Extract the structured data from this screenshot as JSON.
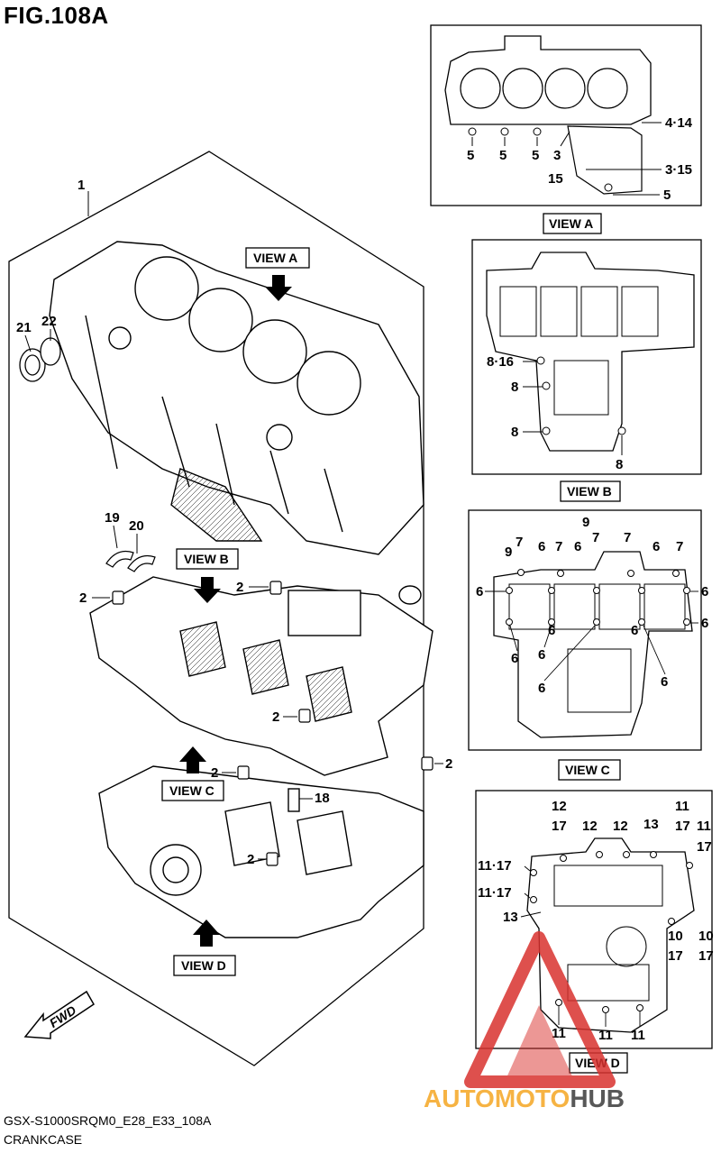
{
  "figure": {
    "title": "FIG.108A",
    "code": "GSX-S1000SRQM0_E28_E33_108A",
    "name": "CRANKCASE"
  },
  "watermark": {
    "part1": "AUTOMOTO",
    "part2": "HUB"
  },
  "fwd_label": "FWD",
  "main": {
    "callouts": [
      "1",
      "21",
      "22",
      "19",
      "20",
      "2",
      "2",
      "2",
      "2",
      "2",
      "2",
      "18"
    ],
    "view_tags": [
      "VIEW A",
      "VIEW B",
      "VIEW C",
      "VIEW D"
    ]
  },
  "view_a": {
    "label": "VIEW A",
    "callouts": [
      "4·14",
      "5",
      "5",
      "5",
      "3",
      "15",
      "3·15",
      "5"
    ]
  },
  "view_b": {
    "label": "VIEW B",
    "callouts": [
      "8·16",
      "8",
      "8",
      "8"
    ]
  },
  "view_c": {
    "label": "VIEW C",
    "callouts": [
      "9",
      "7",
      "9",
      "6",
      "7",
      "6",
      "7",
      "7",
      "6",
      "7",
      "6",
      "6",
      "6",
      "6",
      "6",
      "6",
      "6",
      "6",
      "6"
    ]
  },
  "view_d": {
    "label": "VIEW D",
    "callouts": [
      "12",
      "17",
      "12",
      "12",
      "13",
      "11",
      "17",
      "11",
      "17",
      "11·17",
      "11·17",
      "13",
      "10",
      "17",
      "10",
      "17",
      "11",
      "11",
      "11"
    ]
  },
  "colors": {
    "line": "#000000",
    "watermark_orange": "#f5a623",
    "watermark_grey": "#3c3c3c",
    "watermark_red": "#d9322f"
  }
}
